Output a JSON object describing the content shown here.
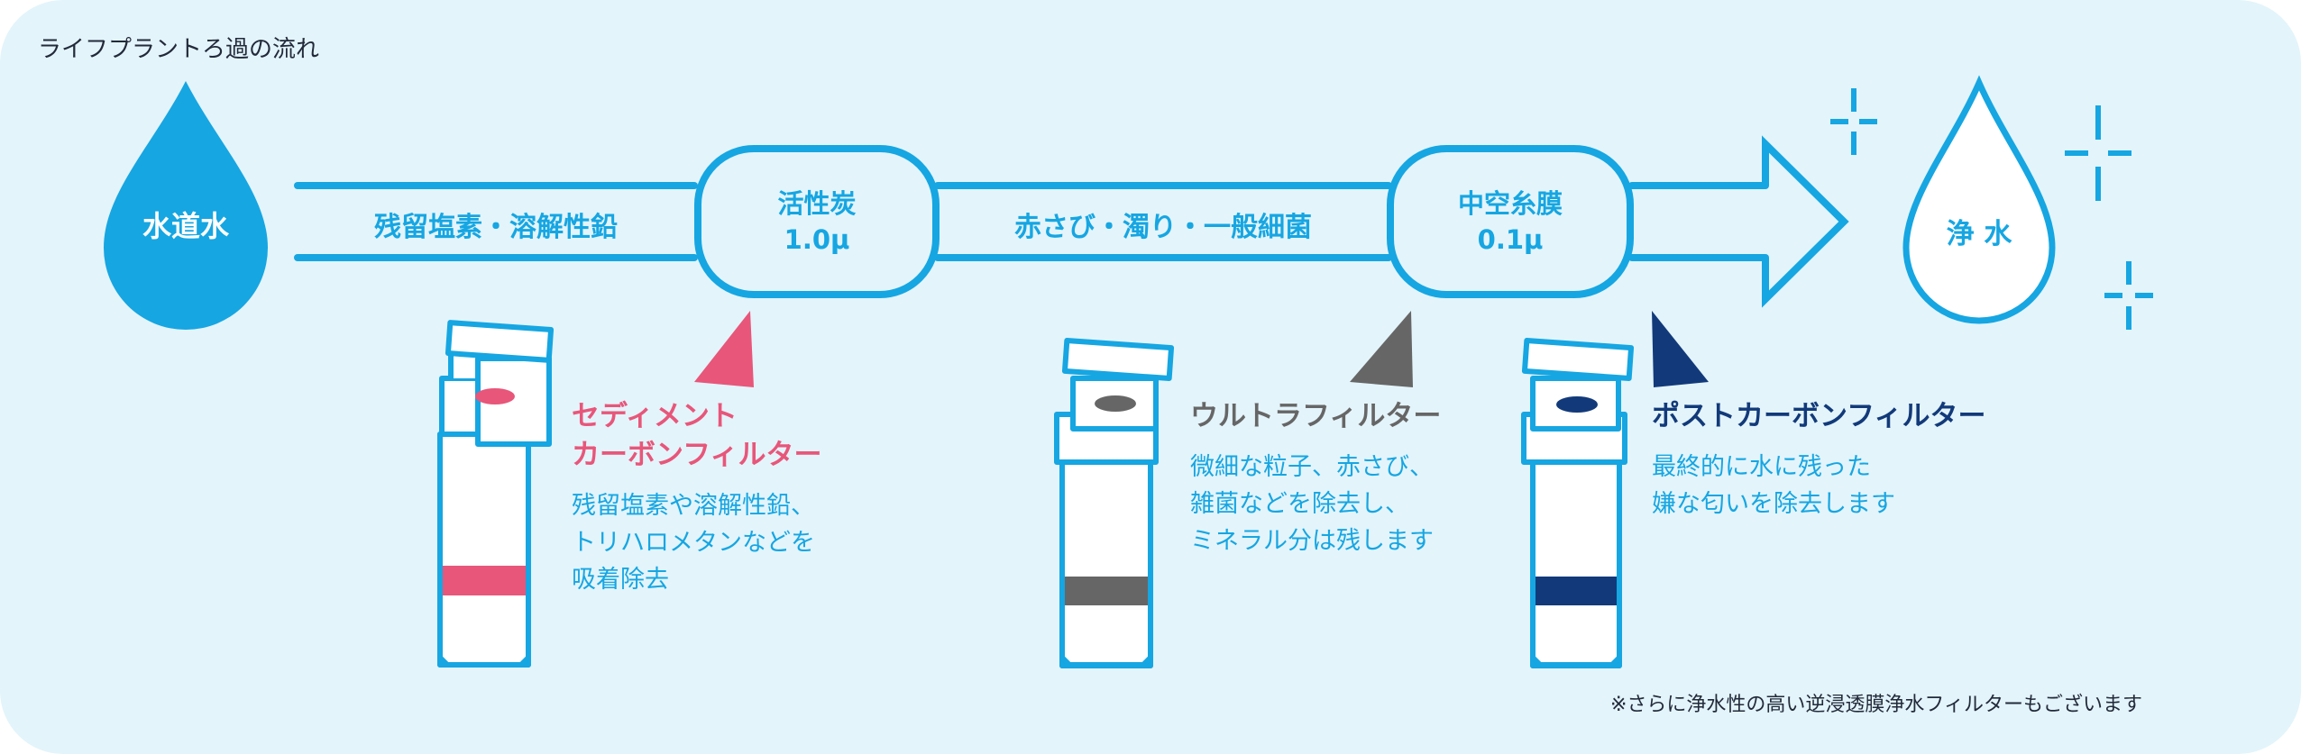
{
  "title": "ライフプラントろ過の流れ",
  "source": {
    "label": "水道水"
  },
  "result": {
    "label": "浄 水"
  },
  "segments": [
    {
      "label": "残留塩素・溶解性鉛"
    },
    {
      "label": "赤さび・濁り・一般細菌"
    }
  ],
  "stages": [
    {
      "name": "活性炭",
      "size": "1.0μ"
    },
    {
      "name": "中空糸膜",
      "size": "0.1μ"
    }
  ],
  "filters": [
    {
      "name_lines": [
        "セディメント",
        "カーボンフィルター"
      ],
      "desc_lines": [
        "残留塩素や溶解性鉛、",
        "トリハロメタンなどを",
        "吸着除去"
      ],
      "color": "#e8567a"
    },
    {
      "name_lines": [
        "ウルトラフィルター"
      ],
      "desc_lines": [
        "微細な粒子、赤さび、",
        "雑菌などを除去し、",
        "ミネラル分は残します"
      ],
      "color": "#666666"
    },
    {
      "name_lines": [
        "ポストカーボンフィルター"
      ],
      "desc_lines": [
        "最終的に水に残った",
        "嫌な匂いを除去します"
      ],
      "color": "#123a7a"
    }
  ],
  "footnote": "※さらに浄水性の高い逆浸透膜浄水フィルターもございます",
  "colors": {
    "background": "#e3f4fb",
    "accent": "#16a6e2",
    "text": "#222a3a"
  }
}
